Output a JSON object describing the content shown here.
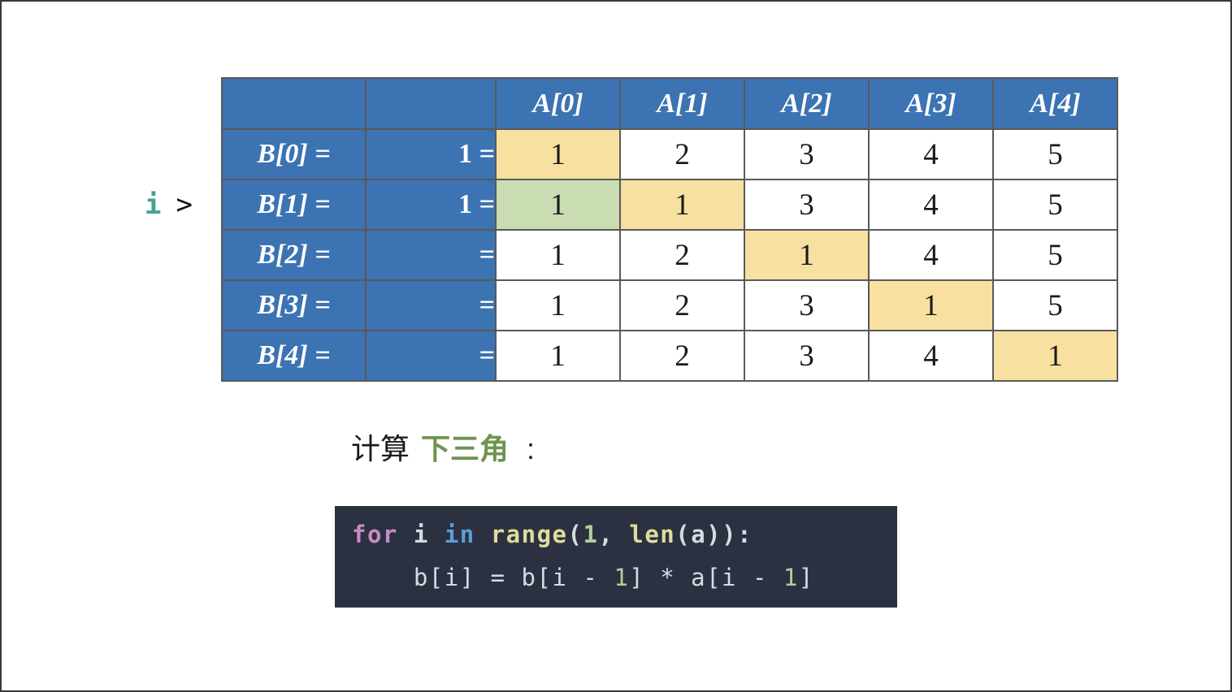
{
  "colors": {
    "header_blue": "#3C73B2",
    "grid_line": "#595959",
    "cell_yellow": "#F8E1A0",
    "cell_green": "#C9DCB2",
    "text_dark": "#1A1A1A",
    "i_pointer_teal": "#48A08E",
    "caption_green": "#6E9450",
    "code_bg": "#2B3140",
    "code_plain": "#D6DBE3",
    "code_keyword": "#C78BC3",
    "code_operator_word": "#5C9DD6",
    "code_function": "#E0DB9D",
    "code_number": "#AFCF9D"
  },
  "table": {
    "column_headers": [
      "A[0]",
      "A[1]",
      "A[2]",
      "A[3]",
      "A[4]"
    ],
    "rows": [
      {
        "label": "B[0] =",
        "value": "1 =",
        "cells": [
          {
            "v": "1",
            "hl": "yellow"
          },
          {
            "v": "2"
          },
          {
            "v": "3"
          },
          {
            "v": "4"
          },
          {
            "v": "5"
          }
        ]
      },
      {
        "label": "B[1] =",
        "value": "1 =",
        "cells": [
          {
            "v": "1",
            "hl": "green"
          },
          {
            "v": "1",
            "hl": "yellow"
          },
          {
            "v": "3"
          },
          {
            "v": "4"
          },
          {
            "v": "5"
          }
        ]
      },
      {
        "label": "B[2] =",
        "value": "=",
        "cells": [
          {
            "v": "1"
          },
          {
            "v": "2"
          },
          {
            "v": "1",
            "hl": "yellow"
          },
          {
            "v": "4"
          },
          {
            "v": "5"
          }
        ]
      },
      {
        "label": "B[3] =",
        "value": "=",
        "cells": [
          {
            "v": "1"
          },
          {
            "v": "2"
          },
          {
            "v": "3"
          },
          {
            "v": "1",
            "hl": "yellow"
          },
          {
            "v": "5"
          }
        ]
      },
      {
        "label": "B[4] =",
        "value": "=",
        "cells": [
          {
            "v": "1"
          },
          {
            "v": "2"
          },
          {
            "v": "3"
          },
          {
            "v": "4"
          },
          {
            "v": "1",
            "hl": "yellow"
          }
        ]
      }
    ]
  },
  "i_pointer": {
    "variable": "i",
    "arrow": ">"
  },
  "caption": {
    "prefix": "计算",
    "highlight": "下三角",
    "suffix": ":"
  },
  "code": {
    "lines": [
      {
        "bold": true,
        "tokens": [
          [
            "for",
            "kw"
          ],
          [
            " ",
            "plain"
          ],
          [
            "i",
            "plain"
          ],
          [
            " ",
            "plain"
          ],
          [
            "in",
            "opw"
          ],
          [
            " ",
            "plain"
          ],
          [
            "range",
            "fn"
          ],
          [
            "(",
            "plain"
          ],
          [
            "1",
            "num"
          ],
          [
            ", ",
            "plain"
          ],
          [
            "len",
            "fn"
          ],
          [
            "(a)):",
            "plain"
          ]
        ]
      },
      {
        "bold": false,
        "tokens": [
          [
            "    b[i] = b[i - ",
            "plain"
          ],
          [
            "1",
            "num"
          ],
          [
            "] * a[i - ",
            "plain"
          ],
          [
            "1",
            "num"
          ],
          [
            "]",
            "plain"
          ]
        ]
      }
    ]
  }
}
